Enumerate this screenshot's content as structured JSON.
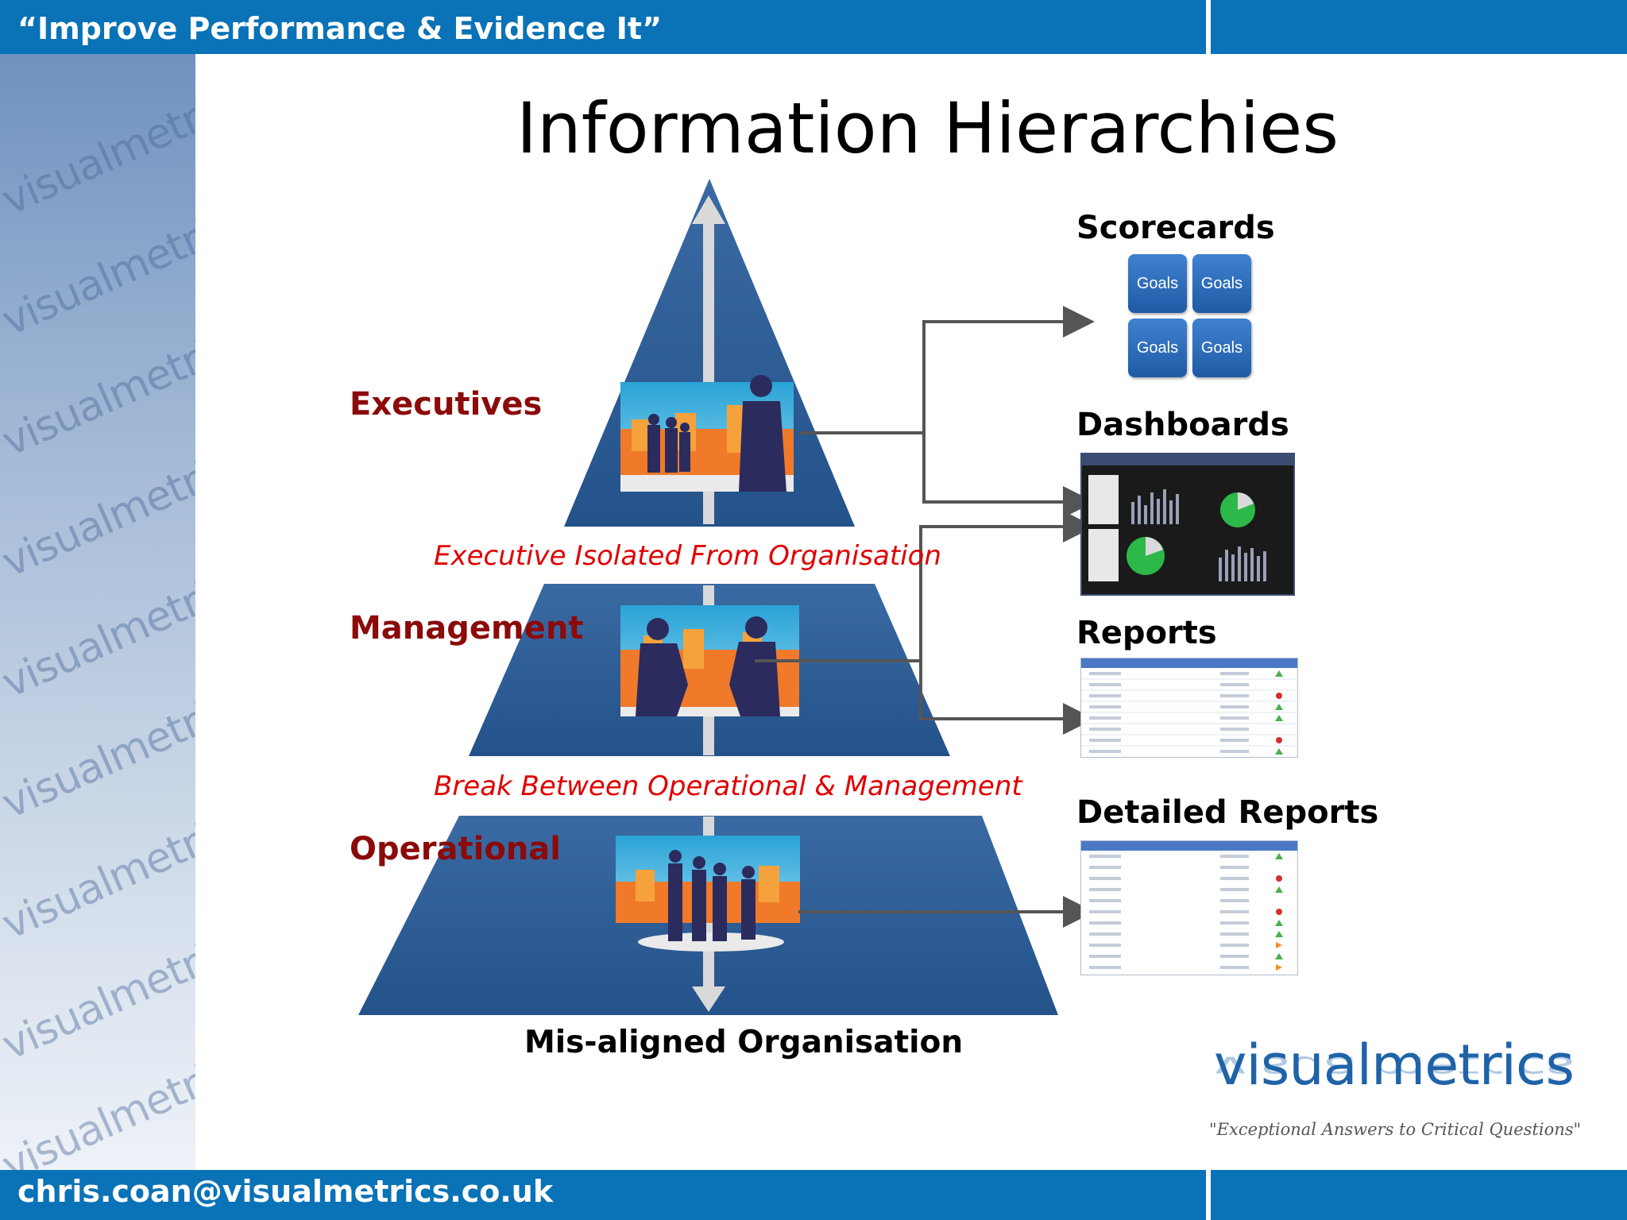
{
  "header": {
    "tagline": "“Improve Performance & Evidence It”"
  },
  "footer": {
    "email": "chris.coan@visualmetrics.co.uk"
  },
  "sidebar": {
    "watermark": "visualmetrics"
  },
  "slide": {
    "title": "Information Hierarchies",
    "levels": {
      "executives": "Executives",
      "management": "Management",
      "operational": "Operational"
    },
    "notes": {
      "isolation": "Executive Isolated From Organisation",
      "break": "Break Between Operational & Management"
    },
    "caption": "Mis-aligned Organisation"
  },
  "outputs": {
    "scorecards": {
      "label": "Scorecards",
      "goals": [
        "Goals",
        "Goals",
        "Goals",
        "Goals"
      ]
    },
    "dashboards": {
      "label": "Dashboards"
    },
    "reports": {
      "label": "Reports"
    },
    "detailed_reports": {
      "label": "Detailed Reports"
    }
  },
  "logo": {
    "name": "visualmetrics",
    "tagline": "\"Exceptional Answers to Critical Questions\""
  },
  "colors": {
    "brand_blue": "#0a72b6",
    "pyramid_blue": "#2f5c92",
    "level_red": "#8b0a0a",
    "note_red": "#e00000"
  }
}
